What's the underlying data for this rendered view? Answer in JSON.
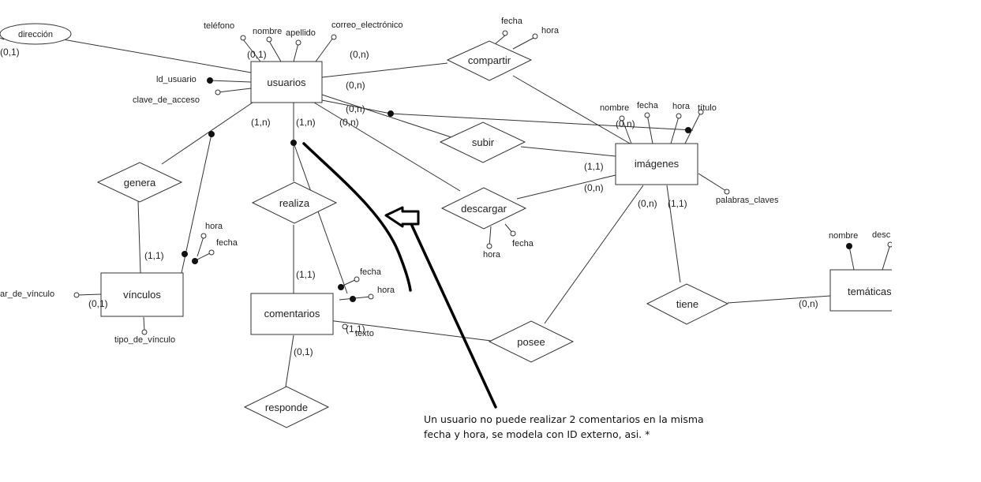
{
  "entities": {
    "usuarios": "usuarios",
    "imagenes": "imágenes",
    "vinculos": "vínculos",
    "comentarios": "comentarios",
    "tematicas": "temáticas"
  },
  "relations": {
    "compartir": "compartir",
    "subir": "subir",
    "descargar": "descargar",
    "genera": "genera",
    "realiza": "realiza",
    "posee": "posee",
    "tiene": "tiene",
    "responde": "responde",
    "direccion": "dirección"
  },
  "attributes": {
    "telefono": "teléfono",
    "nombre_usuario": "nombre",
    "apellido": "apellido",
    "correo": "correo_electrónico",
    "id_usuario": "ld_usuario",
    "clave": "clave_de_acceso",
    "compartir_fecha": "fecha",
    "compartir_hora": "hora",
    "img_nombre": "nombre",
    "img_fecha": "fecha",
    "img_hora": "hora",
    "img_titulo": "título",
    "palabras_claves": "palabras_claves",
    "desc_hora": "hora",
    "desc_fecha": "fecha",
    "gen_hora": "hora",
    "gen_fecha": "fecha",
    "vinc_lugar": "ar_de_vínculo",
    "vinc_tipo": "tipo_de_vínculo",
    "com_fecha": "fecha",
    "com_hora": "hora",
    "com_texto": "texto",
    "tem_nombre": "nombre",
    "tem_desc": "desc"
  },
  "entity_partial": {
    "tematicas": "temáticas"
  },
  "cardinalities": {
    "dir": "(0,1)",
    "tel": "(0,1)",
    "correo": "(0,n)",
    "usr_compartir": "(0,n)",
    "usr_subir": "(0,n)",
    "usr_descargar": "(0,n)",
    "usr_genera": "(1,n)",
    "usr_realiza": "(1,n)",
    "img_top": "(0,n)",
    "img_subir": "(1,1)",
    "img_descargar": "(0,n)",
    "img_posee": "(0,n)",
    "img_tiene": "(1,1)",
    "vinc_genera": "(1,1)",
    "vinc_lugar": "(0,1)",
    "com_realiza": "(1,1)",
    "com_texto": "(1,1)",
    "com_responde": "(0,1)",
    "tem_tiene": "(0,n)"
  },
  "annotation": {
    "line1": "Un usuario no puede realizar 2 comentarios en la misma",
    "line2": "fecha y hora, se modela con ID externo, asi. *"
  }
}
